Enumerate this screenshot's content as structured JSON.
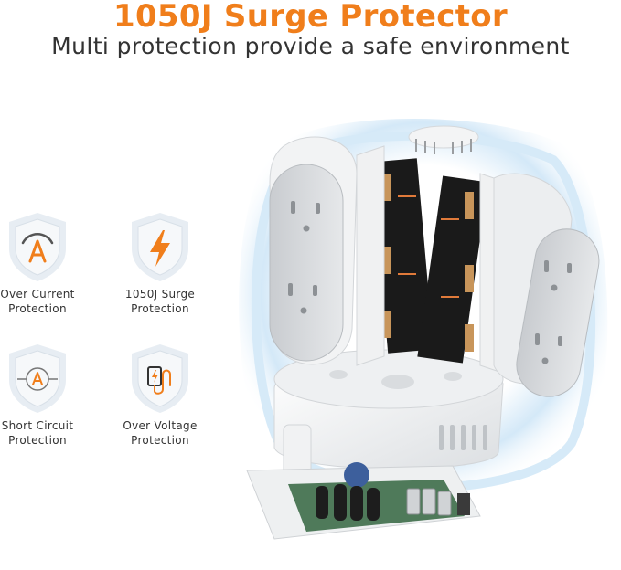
{
  "header": {
    "title": "1050J Surge Protector",
    "subtitle": "Multi protection provide a safe environment"
  },
  "colors": {
    "accent": "#F07E1B",
    "shield_outer": "#E7EDF3",
    "shield_inner": "#F6F8FA",
    "icon_stroke": "#999999",
    "glow": "#CFE6F7"
  },
  "features": [
    {
      "icon": "ammeter-arc-icon",
      "line1": "Over Current",
      "line2": "Protection"
    },
    {
      "icon": "lightning-bolt-icon",
      "line1": "1050J Surge",
      "line2": "Protection"
    },
    {
      "icon": "circuit-a-icon",
      "line1": "Short Circuit",
      "line2": "Protection"
    },
    {
      "icon": "voltage-plug-icon",
      "line1": "Over Voltage",
      "line2": "Protection"
    }
  ]
}
